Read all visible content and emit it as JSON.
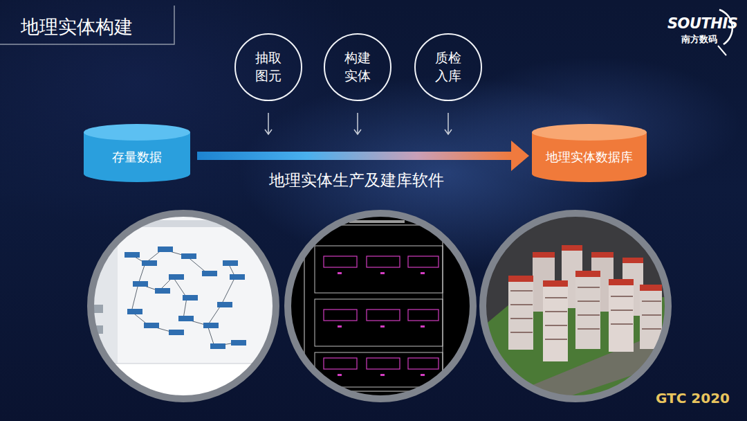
{
  "diagram": {
    "title": "地理实体构建",
    "nodes": [
      {
        "text": [
          "抽取 图元"
        ]
      },
      {
        "text": [
          "构建 实体"
        ]
      },
      {
        "text": [
          "质检 入库"
        ]
      },
      {
        "text": [
          "存量数据"
        ]
      },
      {
        "text": [
          "地理实体数据库"
        ]
      }
    ],
    "edges": [
      {
        "from": 3,
        "to": 4,
        "arrow": "to",
        "label": "地理实体生产及建库软件"
      }
    ],
    "labels": [
      "SOUTHIS",
      "南方数码",
      "GTC 2020"
    ]
  }
}
